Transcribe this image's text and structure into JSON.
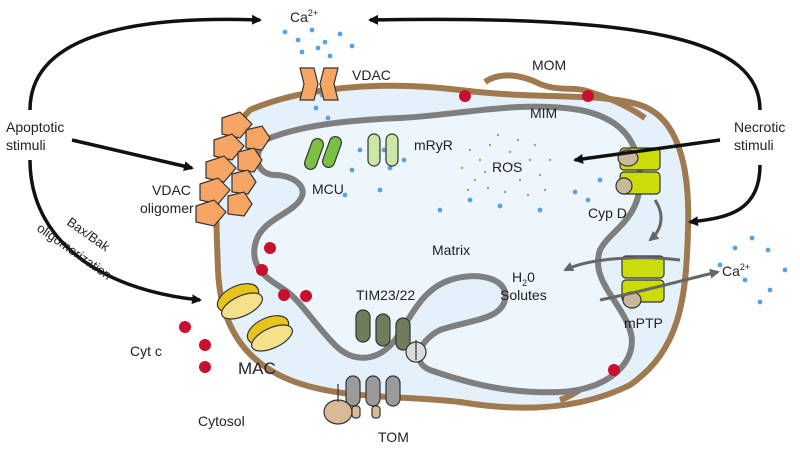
{
  "labels": {
    "ca_top": "Ca",
    "ca_top_sup": "2+",
    "vdac": "VDAC",
    "mom": "MOM",
    "mim": "MIM",
    "apoptotic_1": "Apoptotic",
    "apoptotic_2": "stimuli",
    "necrotic_1": "Necrotic",
    "necrotic_2": "stimuli",
    "vdac_oligomer_1": "VDAC",
    "vdac_oligomer_2": "oligomer",
    "bax_1": "Bax/Bak",
    "bax_2": "oligomerization",
    "mcu": "MCU",
    "mryr": "mRyR",
    "ros": "ROS",
    "cyp_d": "Cyp D",
    "matrix": "Matrix",
    "h2o_h": "H",
    "h2o_sub": "2",
    "h2o_o": "0",
    "solutes": "Solutes",
    "ca_right": "Ca",
    "ca_right_sup": "2+",
    "mptp": "mPTP",
    "tim": "TIM23/22",
    "cytc": "Cyt c",
    "mac": "MAC",
    "cytosol": "Cytosol",
    "tom": "TOM"
  },
  "colors": {
    "outer_membrane": "#a07a4f",
    "inner_membrane": "#7f7f7f",
    "matrix_fill": "#e4f1fb",
    "vdac": "#f7a565",
    "mcu": "#7bc043",
    "mryr": "#c9e8a6",
    "mptp": "#ccdc0a",
    "tim": "#6f7d5c",
    "tom": "#9a9a9a",
    "mac": "#e8c31c",
    "cyt_c": "#c8102e",
    "calcium": "#5aa3de",
    "ros": "#b89870",
    "arrow": "#111111"
  }
}
